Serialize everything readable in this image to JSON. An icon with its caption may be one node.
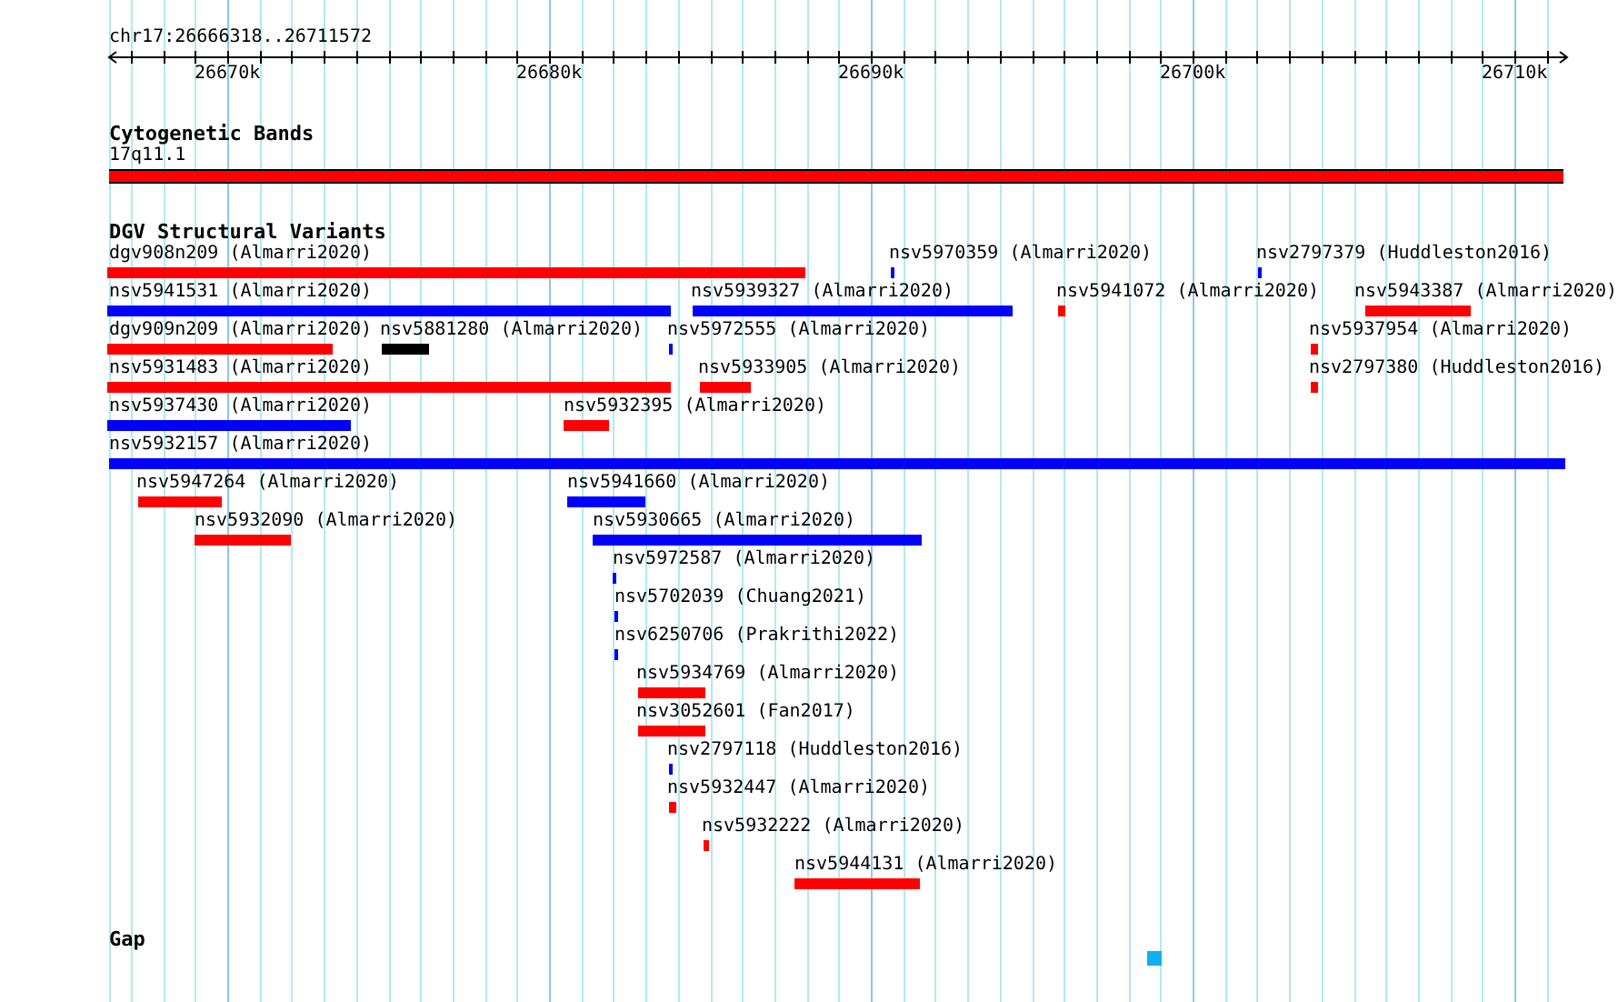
{
  "diagram": {
    "title": "chr17:26666318..26711572",
    "nodes": [
      {
        "text": [
          "17q11.1"
        ]
      },
      {
        "text": [
          "dgv908n209 (Almarri2020)"
        ]
      },
      {
        "text": [
          "nsv5970359 (Almarri2020)"
        ]
      },
      {
        "text": [
          "nsv2797379 (Huddleston2016)"
        ]
      },
      {
        "text": [
          "nsv5941531 (Almarri2020)"
        ]
      },
      {
        "text": [
          "nsv5939327 (Almarri2020)"
        ]
      },
      {
        "text": [
          "nsv5941072 (Almarri2020)"
        ]
      },
      {
        "text": [
          "nsv5943387 (Almarri2020)"
        ]
      },
      {
        "text": [
          "dgv909n209 (Almarri2020)"
        ]
      },
      {
        "text": [
          "nsv5881280 (Almarri2020)"
        ]
      },
      {
        "text": [
          "nsv5972555 (Almarri2020)"
        ]
      },
      {
        "text": [
          "nsv5937954 (Almarri2020)"
        ]
      },
      {
        "text": [
          "nsv5931483 (Almarri2020)"
        ]
      },
      {
        "text": [
          "nsv5933905 (Almarri2020)"
        ]
      },
      {
        "text": [
          "nsv2797380 (Huddleston2016)"
        ]
      },
      {
        "text": [
          "nsv5937430 (Almarri2020)"
        ]
      },
      {
        "text": [
          "nsv5932395 (Almarri2020)"
        ]
      },
      {
        "text": [
          "nsv5932157 (Almarri2020)"
        ]
      },
      {
        "text": [
          "nsv5947264 (Almarri2020)"
        ]
      },
      {
        "text": [
          "nsv5941660 (Almarri2020)"
        ]
      },
      {
        "text": [
          "nsv5932090 (Almarri2020)"
        ]
      },
      {
        "text": [
          "nsv5930665 (Almarri2020)"
        ]
      },
      {
        "text": [
          "nsv5972587 (Almarri2020)"
        ]
      },
      {
        "text": [
          "nsv5702039 (Chuang2021)"
        ]
      },
      {
        "text": [
          "nsv6250706 (Prakrithi2022)"
        ]
      },
      {
        "text": [
          "nsv5934769 (Almarri2020)"
        ]
      },
      {
        "text": [
          "nsv3052601 (Fan2017)"
        ]
      },
      {
        "text": [
          "nsv2797118 (Huddleston2016)"
        ]
      },
      {
        "text": [
          "nsv5932447 (Almarri2020)"
        ]
      },
      {
        "text": [
          "nsv5932222 (Almarri2020)"
        ]
      },
      {
        "text": [
          "nsv5944131 (Almarri2020)"
        ]
      },
      {
        "text": [],
        "shape": "box"
      }
    ],
    "labels": [
      "26670k",
      "26680k",
      "26690k",
      "26700k",
      "26710k",
      "Cytogenetic Bands",
      "DGV Structural Variants",
      "Gap"
    ]
  }
}
